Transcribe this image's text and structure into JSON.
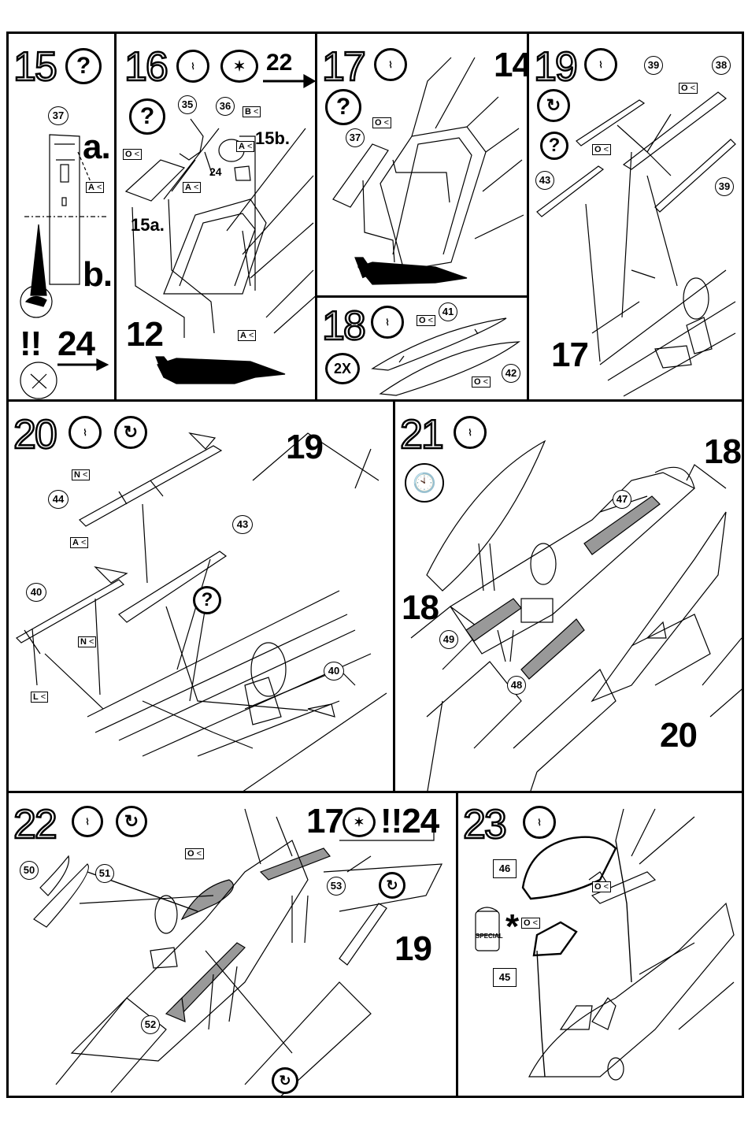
{
  "steps": [
    {
      "number": "15",
      "refs": {
        "a": "a.",
        "b": "b.",
        "warn": "!!",
        "next": "24"
      },
      "parts": [
        "37"
      ],
      "tags": [
        "A"
      ]
    },
    {
      "number": "16",
      "refs": {
        "goto": "22",
        "sub_a": "15a.",
        "sub_b": "15b.",
        "base": "12",
        "part24": "24"
      },
      "parts": [
        "35",
        "36"
      ],
      "tags": [
        "O",
        "B",
        "A",
        "A",
        "A"
      ]
    },
    {
      "number": "17",
      "refs": {
        "base": "14"
      },
      "parts": [
        "37"
      ],
      "tags": [
        "O"
      ]
    },
    {
      "number": "18",
      "refs": {
        "times": "2X"
      },
      "parts": [
        "41",
        "42"
      ],
      "tags": [
        "O",
        "O"
      ]
    },
    {
      "number": "19",
      "refs": {
        "base": "17"
      },
      "parts": [
        "39",
        "38",
        "39",
        "43"
      ],
      "tags": [
        "O",
        "O"
      ]
    },
    {
      "number": "20",
      "refs": {
        "base": "19"
      },
      "parts": [
        "44",
        "43",
        "40",
        "40"
      ],
      "tags": [
        "N",
        "A",
        "N",
        "L"
      ]
    },
    {
      "number": "21",
      "refs": {
        "base_top": "18",
        "base_left": "18",
        "base_bottom": "20"
      },
      "parts": [
        "47",
        "49",
        "48"
      ]
    },
    {
      "number": "22",
      "refs": {
        "base_top": "17",
        "warn": "!!24",
        "base_right": "19"
      },
      "parts": [
        "50",
        "51",
        "53",
        "52"
      ],
      "tags": [
        "O"
      ]
    },
    {
      "number": "23",
      "refs": {
        "star": "*",
        "special": "SPECIAL"
      },
      "parts": [
        "46",
        "45"
      ],
      "tags": [
        "O",
        "O"
      ]
    }
  ],
  "icons": [
    "question-icon",
    "glue-tube-icon",
    "decal-sticker-icon",
    "repeat-icon",
    "clock-icon",
    "paint-bottle-icon"
  ]
}
